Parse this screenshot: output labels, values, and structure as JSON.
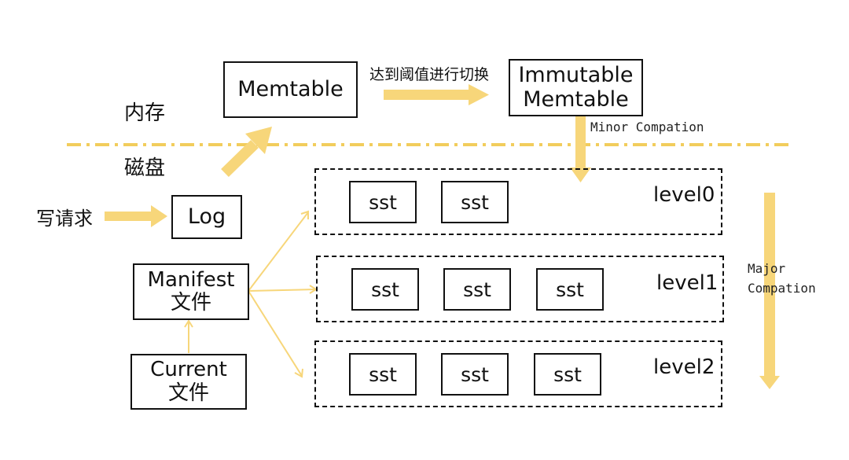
{
  "labels": {
    "memory": "内存",
    "disk": "磁盘",
    "write_request": "写请求",
    "threshold_switch": "达到阈值进行切换",
    "minor_compaction": "Minor Compation",
    "major_compaction_1": "Major",
    "major_compaction_2": "Compation"
  },
  "boxes": {
    "memtable": "Memtable",
    "immutable_line1": "Immutable",
    "immutable_line2": "Memtable",
    "log": "Log",
    "manifest_line1": "Manifest",
    "manifest_line2": "文件",
    "current_line1": "Current",
    "current_line2": "文件"
  },
  "levels": [
    {
      "name": "level0",
      "files": [
        "sst",
        "sst"
      ]
    },
    {
      "name": "level1",
      "files": [
        "sst",
        "sst",
        "sst"
      ]
    },
    {
      "name": "level2",
      "files": [
        "sst",
        "sst",
        "sst"
      ]
    }
  ],
  "colors": {
    "arrow": "#f7d67a",
    "divider": "#f2cd5c",
    "border": "#111111"
  }
}
